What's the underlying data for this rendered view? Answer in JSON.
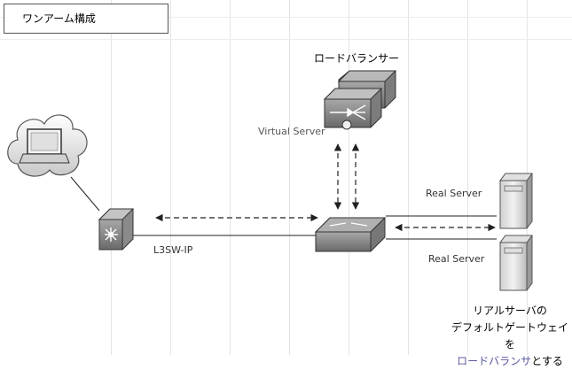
{
  "title": "ワンアーム構成",
  "load_balancer": {
    "label": "ロードバランサー"
  },
  "virtual_server": {
    "label": "Virtual Server"
  },
  "real_servers": [
    {
      "label": "Real Server"
    },
    {
      "label": "Real Server"
    }
  ],
  "l3_switch": {
    "label": "L3SW-IP"
  },
  "note": {
    "line1": "リアルサーバの",
    "line2": "デフォルトゲートウェイを",
    "line3_highlight": "ロードバランサ",
    "line3_rest": "とする"
  },
  "icons": [
    "cloud-icon",
    "laptop-icon",
    "l3-switch-icon",
    "load-balancer-icon",
    "switch-icon",
    "server-icon"
  ]
}
